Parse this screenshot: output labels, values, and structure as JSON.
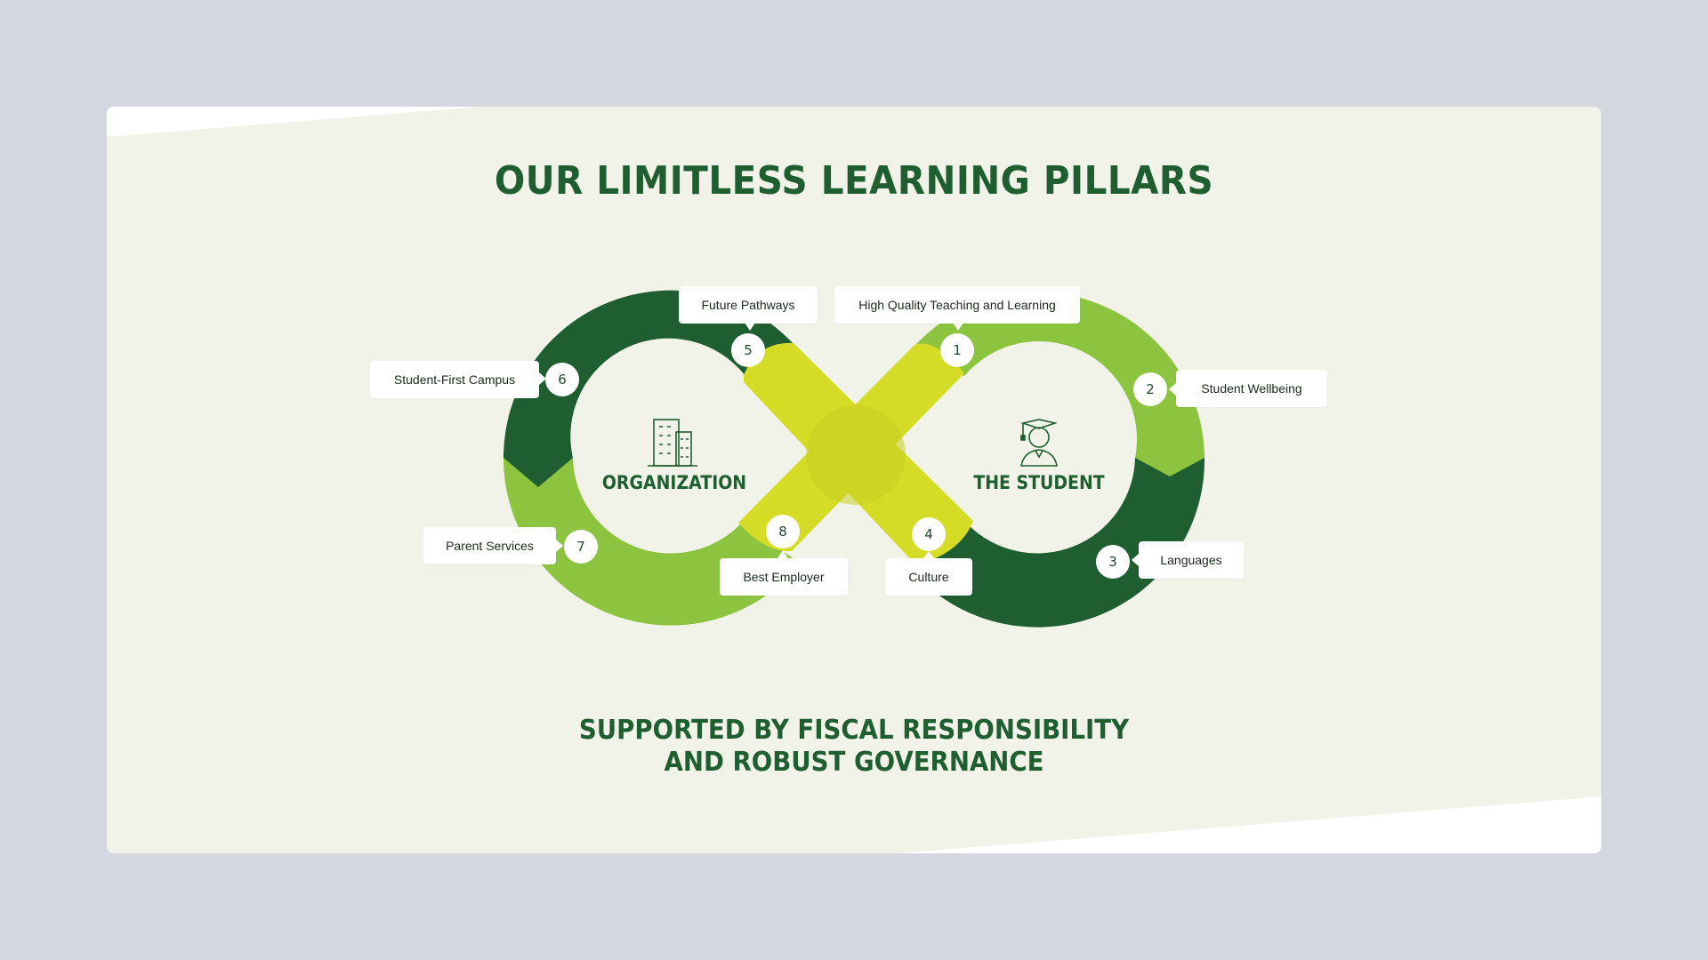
{
  "title": "OUR LIMITLESS LEARNING PILLARS",
  "subtitle": [
    "SUPPORTED BY FISCAL RESPONSIBILITY",
    "AND ROBUST GOVERNANCE"
  ],
  "left_center": {
    "label": "ORGANIZATION",
    "icon": "building-icon"
  },
  "right_center": {
    "label": "THE STUDENT",
    "icon": "graduate-icon"
  },
  "pillars": [
    {
      "number": "1",
      "label": "High Quality Teaching and Learning"
    },
    {
      "number": "2",
      "label": "Student Wellbeing"
    },
    {
      "number": "3",
      "label": "Languages"
    },
    {
      "number": "4",
      "label": "Culture"
    },
    {
      "number": "5",
      "label": "Future Pathways"
    },
    {
      "number": "6",
      "label": "Student-First Campus"
    },
    {
      "number": "7",
      "label": "Parent Services"
    },
    {
      "number": "8",
      "label": "Best Employer"
    }
  ],
  "colors": {
    "dark_green": "#1e5e30",
    "light_green": "#8cc43f",
    "lime": "#d4dc26",
    "background": "#f2f3e8",
    "page": "#d3d7e0"
  }
}
